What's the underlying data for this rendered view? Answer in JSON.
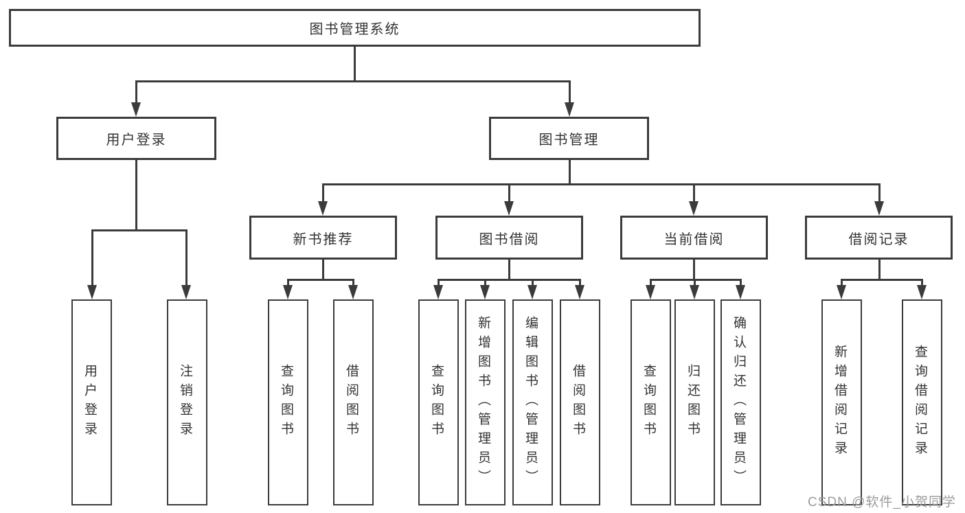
{
  "diagram": {
    "root": {
      "label": "图书管理系统"
    },
    "level2": [
      {
        "id": "user-login",
        "label": "用户登录"
      },
      {
        "id": "book-management",
        "label": "图书管理"
      }
    ],
    "level3": [
      {
        "id": "new-book-recommend",
        "label": "新书推荐"
      },
      {
        "id": "book-borrowing",
        "label": "图书借阅"
      },
      {
        "id": "current-borrowing",
        "label": "当前借阅"
      },
      {
        "id": "borrowing-records",
        "label": "借阅记录"
      }
    ],
    "leaves": [
      {
        "group": "user-login",
        "label": "用户登录"
      },
      {
        "group": "user-login",
        "label": "注销登录"
      },
      {
        "group": "new-book-recommend",
        "label": "查询图书"
      },
      {
        "group": "new-book-recommend",
        "label": "借阅图书"
      },
      {
        "group": "book-borrowing",
        "label": "查询图书"
      },
      {
        "group": "book-borrowing",
        "label": "新增图书（管理员）"
      },
      {
        "group": "book-borrowing",
        "label": "编辑图书（管理员）"
      },
      {
        "group": "book-borrowing",
        "label": "借阅图书"
      },
      {
        "group": "current-borrowing",
        "label": "查询图书"
      },
      {
        "group": "current-borrowing",
        "label": "归还图书"
      },
      {
        "group": "current-borrowing",
        "label": "确认归还（管理员）"
      },
      {
        "group": "borrowing-records",
        "label": "新增借阅记录"
      },
      {
        "group": "borrowing-records",
        "label": "查询借阅记录"
      }
    ]
  },
  "watermark": {
    "text": "CSDN @软件_小贺同学"
  },
  "colors": {
    "line": "#3b3b3b",
    "text": "#333333",
    "watermark": "#9b9b9b",
    "background": "#ffffff"
  }
}
